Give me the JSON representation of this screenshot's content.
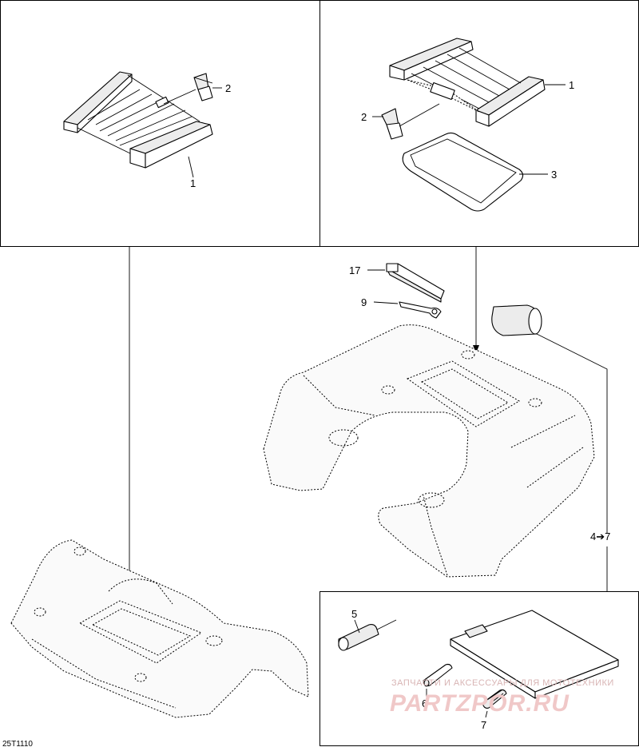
{
  "callouts": {
    "tl_1": "1",
    "tl_2": "2",
    "tr_1": "1",
    "tr_2": "2",
    "tr_3": "3",
    "c_17": "17",
    "c_9": "9",
    "c_4to7": "4➔7",
    "b_5": "5",
    "b_6": "6",
    "b_7": "7"
  },
  "diagram_code": "25T1110",
  "watermark": {
    "tagline": "ЗАПЧАСТИ И АКСЕССУАРЫ ДЛЯ МОТОТЕХНИКИ",
    "logo": "PARTZPOR.RU"
  }
}
